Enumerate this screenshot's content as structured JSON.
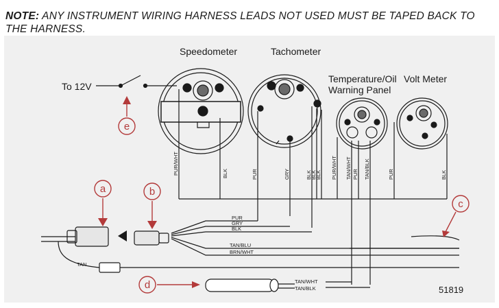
{
  "note": {
    "label": "NOTE:",
    "text": "ANY INSTRUMENT WIRING HARNESS LEADS NOT USED MUST BE TAPED BACK TO THE HARNESS."
  },
  "gauges": {
    "speedometer": "Speedometer",
    "tachometer": "Tachometer",
    "temp_panel_line1": "Temperature/Oil",
    "temp_panel_line2": "Warning Panel",
    "voltmeter": "Volt Meter"
  },
  "switch_label": "To 12V",
  "callouts": [
    "a",
    "b",
    "c",
    "d",
    "e"
  ],
  "wire_labels": {
    "speedo_purwht": "PUR/WHT",
    "speedo_blk": "BLK",
    "tach_pur": "PUR",
    "tach_gry": "GRY",
    "tach_blk1": "BLK",
    "tach_blk2": "BLK",
    "tach_blk3": "BLK",
    "temp_purwht": "PUR/WHT",
    "temp_tanwht": "TAN/WHT",
    "temp_pur": "PUR",
    "temp_tanblk": "TAN/BLK",
    "volt_pur": "PUR",
    "volt_blk": "BLK",
    "harness_pur": "PUR",
    "harness_gry": "GRY",
    "harness_blk": "BLK",
    "harness_tanblu": "TAN/BLU",
    "harness_brnwht": "BRN/WHT",
    "harness_tan": "TAN",
    "sender_tanwht": "TAN/WHT",
    "sender_tanblk": "TAN/BLK"
  },
  "figure_number": "51819",
  "colors": {
    "callout": "#b33a3a",
    "ink": "#1a1a1a",
    "panel": "#f0f0f0"
  }
}
